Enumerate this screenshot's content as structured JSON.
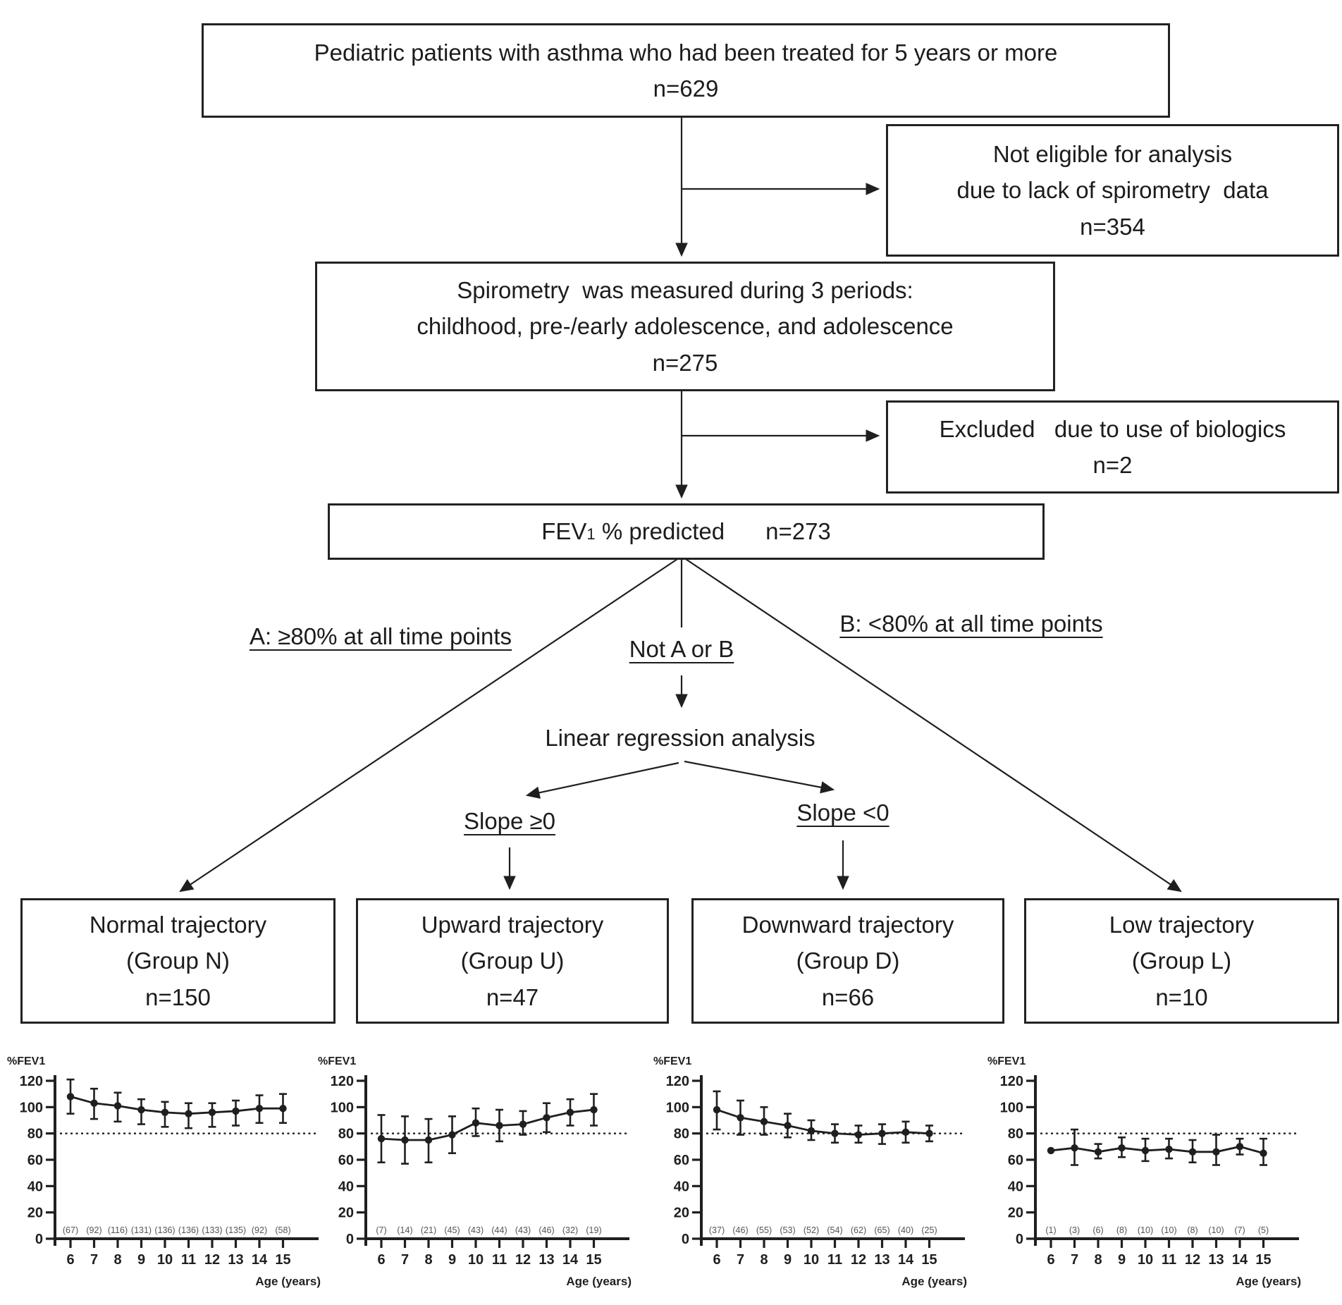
{
  "flowchart": {
    "box_top": {
      "line1": "Pediatric patients with asthma who had been treated for 5 years or more",
      "n": "n=629"
    },
    "box_not_eligible": {
      "line1": "Not eligible for analysis",
      "line2": "due to lack of spirometry  data",
      "n": "n=354"
    },
    "box_spirometry": {
      "line1": "Spirometry  was measured during 3 periods:",
      "line2": "childhood, pre-/early adolescence, and adolescence",
      "n": "n=275"
    },
    "box_excluded": {
      "line1": "Excluded   due to use of biologics",
      "n": "n=2"
    },
    "box_fev": {
      "pre": "FEV",
      "sub": "1",
      "post": " % predicted",
      "n": "n=273"
    },
    "branch_a": "A: ≥80% at all time points",
    "branch_b": "B: <80% at all time points",
    "branch_not_ab": "Not A or B",
    "linear_regression": "Linear regression analysis",
    "slope_ge": "Slope ≥0",
    "slope_lt": "Slope <0",
    "groups": [
      {
        "line1": "Normal trajectory",
        "line2": "(Group N)",
        "n": "n=150"
      },
      {
        "line1": "Upward trajectory",
        "line2": "(Group U)",
        "n": "n=47"
      },
      {
        "line1": "Downward trajectory",
        "line2": "(Group D)",
        "n": "n=66"
      },
      {
        "line1": "Low trajectory",
        "line2": "(Group L)",
        "n": "n=10"
      }
    ]
  },
  "chart_data": [
    {
      "type": "line",
      "group": "N",
      "ylabel": "%FEV1",
      "xlabel": "Age (years)",
      "x": [
        6,
        7,
        8,
        9,
        10,
        11,
        12,
        13,
        14,
        15
      ],
      "series": [
        {
          "name": "mean %FEV1",
          "values": [
            108,
            103,
            101,
            98,
            96,
            95,
            96,
            97,
            99,
            99
          ]
        }
      ],
      "error_low": [
        95,
        91,
        89,
        87,
        85,
        84,
        85,
        86,
        88,
        88
      ],
      "error_high": [
        121,
        114,
        111,
        106,
        104,
        103,
        103,
        105,
        109,
        110
      ],
      "counts": [
        "(67)",
        "(92)",
        "(116)",
        "(131)",
        "(136)",
        "(136)",
        "(133)",
        "(135)",
        "(92)",
        "(58)"
      ],
      "ylim": [
        0,
        120
      ],
      "yticks": [
        0,
        20,
        40,
        60,
        80,
        100,
        120
      ],
      "reference_line": 80,
      "grid": false,
      "legend": "none"
    },
    {
      "type": "line",
      "group": "U",
      "ylabel": "%FEV1",
      "xlabel": "Age (years)",
      "x": [
        6,
        7,
        8,
        9,
        10,
        11,
        12,
        13,
        14,
        15
      ],
      "series": [
        {
          "name": "mean %FEV1",
          "values": [
            76,
            75,
            75,
            79,
            88,
            86,
            87,
            92,
            96,
            98
          ]
        }
      ],
      "error_low": [
        58,
        57,
        58,
        65,
        78,
        74,
        79,
        81,
        86,
        86
      ],
      "error_high": [
        94,
        93,
        91,
        93,
        99,
        98,
        97,
        103,
        106,
        110
      ],
      "counts": [
        "(7)",
        "(14)",
        "(21)",
        "(45)",
        "(43)",
        "(44)",
        "(43)",
        "(46)",
        "(32)",
        "(19)"
      ],
      "ylim": [
        0,
        120
      ],
      "yticks": [
        0,
        20,
        40,
        60,
        80,
        100,
        120
      ],
      "reference_line": 80,
      "grid": false,
      "legend": "none"
    },
    {
      "type": "line",
      "group": "D",
      "ylabel": "%FEV1",
      "xlabel": "Age (years)",
      "x": [
        6,
        7,
        8,
        9,
        10,
        11,
        12,
        13,
        14,
        15
      ],
      "series": [
        {
          "name": "mean %FEV1",
          "values": [
            98,
            92,
            89,
            86,
            82,
            80,
            79,
            80,
            81,
            80
          ]
        }
      ],
      "error_low": [
        83,
        79,
        79,
        77,
        75,
        73,
        73,
        72,
        73,
        74
      ],
      "error_high": [
        112,
        105,
        100,
        95,
        90,
        87,
        86,
        87,
        89,
        86
      ],
      "counts": [
        "(37)",
        "(46)",
        "(55)",
        "(53)",
        "(52)",
        "(54)",
        "(62)",
        "(65)",
        "(40)",
        "(25)"
      ],
      "ylim": [
        0,
        120
      ],
      "yticks": [
        0,
        20,
        40,
        60,
        80,
        100,
        120
      ],
      "reference_line": 80,
      "grid": false,
      "legend": "none"
    },
    {
      "type": "line",
      "group": "L",
      "ylabel": "%FEV1",
      "xlabel": "Age (years)",
      "x": [
        6,
        7,
        8,
        9,
        10,
        11,
        12,
        13,
        14,
        15
      ],
      "series": [
        {
          "name": "mean %FEV1",
          "values": [
            67,
            69,
            66,
            69,
            67,
            68,
            66,
            66,
            70,
            65
          ]
        }
      ],
      "error_low": [
        67,
        56,
        61,
        62,
        59,
        61,
        58,
        56,
        64,
        56
      ],
      "error_high": [
        67,
        83,
        72,
        77,
        76,
        76,
        75,
        79,
        76,
        76
      ],
      "counts": [
        "(1)",
        "(3)",
        "(6)",
        "(8)",
        "(10)",
        "(10)",
        "(8)",
        "(10)",
        "(7)",
        "(5)"
      ],
      "ylim": [
        0,
        120
      ],
      "yticks": [
        0,
        20,
        40,
        60,
        80,
        100,
        120
      ],
      "reference_line": 80,
      "grid": false,
      "legend": "none"
    }
  ]
}
